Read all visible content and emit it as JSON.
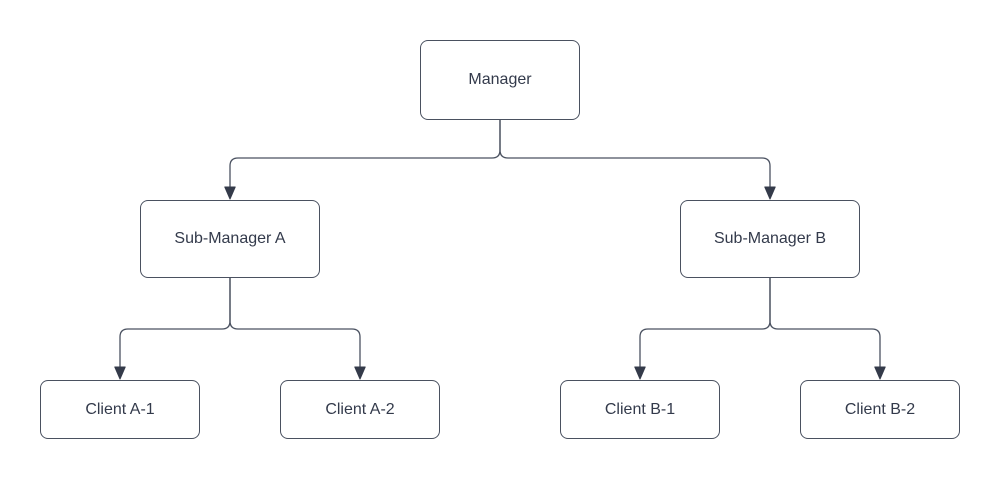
{
  "colors": {
    "background": "#ffffff",
    "node_fill": "#ffffff",
    "node_border": "#4a5160",
    "node_text": "#333a4b",
    "connector": "#4a5160",
    "arrowhead": "#343b4a"
  },
  "nodes": {
    "manager": {
      "label": "Manager"
    },
    "sub_manager_a": {
      "label": "Sub-Manager A"
    },
    "sub_manager_b": {
      "label": "Sub-Manager B"
    },
    "client_a1": {
      "label": "Client A-1"
    },
    "client_a2": {
      "label": "Client A-2"
    },
    "client_b1": {
      "label": "Client B-1"
    },
    "client_b2": {
      "label": "Client B-2"
    }
  },
  "edges": [
    {
      "from": "Manager",
      "to": "Sub-Manager A"
    },
    {
      "from": "Manager",
      "to": "Sub-Manager B"
    },
    {
      "from": "Sub-Manager A",
      "to": "Client A-1"
    },
    {
      "from": "Sub-Manager A",
      "to": "Client A-2"
    },
    {
      "from": "Sub-Manager B",
      "to": "Client B-1"
    },
    {
      "from": "Sub-Manager B",
      "to": "Client B-2"
    }
  ]
}
